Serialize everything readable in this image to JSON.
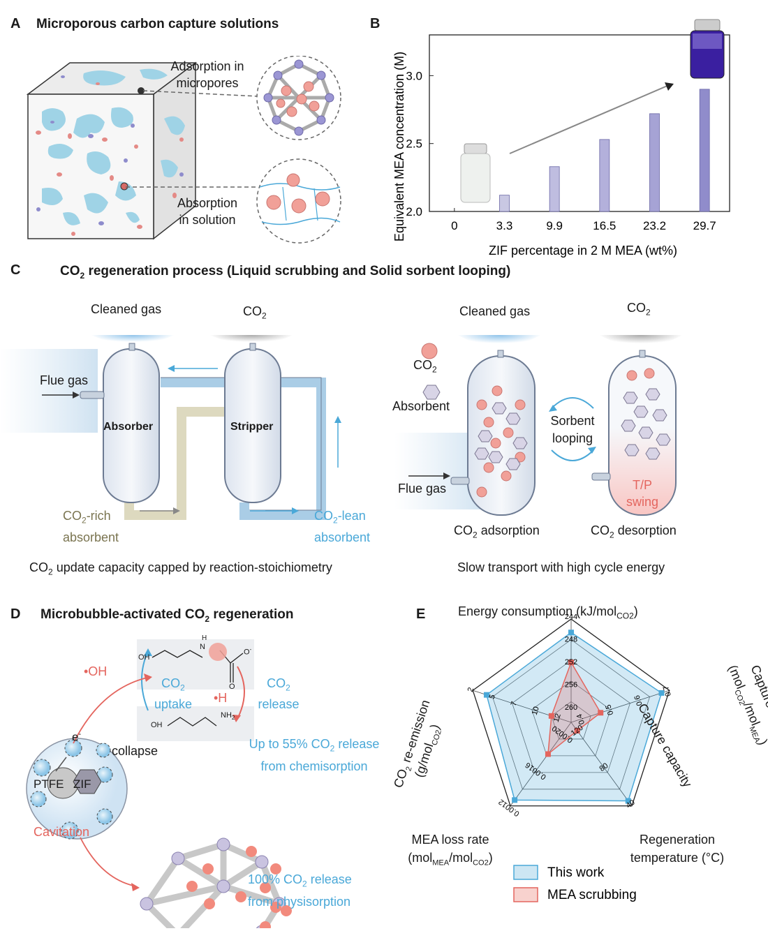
{
  "panel_a": {
    "letter": "A",
    "title": "Microporous carbon capture solutions",
    "label_adsorption": [
      "Adsorption in",
      "micropores"
    ],
    "label_absorption": [
      "Absorption",
      "in solution"
    ]
  },
  "panel_b": {
    "letter": "B"
  },
  "chart_data": [
    {
      "type": "bar",
      "categories": [
        "0",
        "3.3",
        "9.9",
        "16.5",
        "23.2",
        "29.7"
      ],
      "values": [
        2.0,
        2.12,
        2.33,
        2.53,
        2.72,
        2.9
      ],
      "xlabel": "ZIF percentage in 2 M MEA (wt%)",
      "ylabel": "Equivalent MEA concentration (M)",
      "yticks": [
        "2.0",
        "2.5",
        "3.0"
      ],
      "ylim": [
        2.0,
        3.3
      ],
      "grid": false,
      "colors": [
        "#c9c8e3",
        "#bfbde0",
        "#b3b0db",
        "#a6a3d5",
        "#908ccb"
      ]
    },
    {
      "type": "radar",
      "title": "Energy consumption (kJ/molCO2)",
      "axes": [
        {
          "name": "Energy consumption",
          "ticks": [
            "260",
            "256",
            "252",
            "248",
            "244"
          ]
        },
        {
          "name": "Capture capacity",
          "ticks": [
            "0.4",
            "0.5",
            "0.6",
            "0.7"
          ]
        },
        {
          "name": "Regeneration temperature",
          "ticks": [
            "120",
            "80",
            "40"
          ]
        },
        {
          "name": "MEA loss rate",
          "ticks": [
            "0.0020",
            "0.0016",
            "0.0012"
          ]
        },
        {
          "name": "CO2 re-emission",
          "ticks": [
            "12",
            "10",
            "7",
            "5",
            "2"
          ]
        }
      ],
      "series": [
        {
          "name": "This work",
          "values": [
            0.87,
            0.92,
            0.94,
            0.93,
            0.86
          ],
          "color": "#4aa8d8"
        },
        {
          "name": "MEA scrubbing",
          "values": [
            0.58,
            0.3,
            0.1,
            0.38,
            0.2
          ],
          "color": "#e4655e"
        }
      ]
    }
  ],
  "panel_c": {
    "letter": "C",
    "title_prefix": "CO",
    "title_sub": "2",
    "title_suffix": " regeneration process (Liquid scrubbing and Solid sorbent looping)",
    "cleaned_gas": "Cleaned gas",
    "co2": "CO",
    "co2_sub": "2",
    "flue_gas": "Flue gas",
    "absorber": "Absorber",
    "stripper": "Stripper",
    "co2_rich_a": "CO",
    "co2_rich_b": "-rich",
    "absorbent": "absorbent",
    "co2_lean_a": "CO",
    "co2_lean_b": "-lean",
    "absorbent_legend": "Absorbent",
    "sorbent_looping": [
      "Sorbent",
      "looping"
    ],
    "tp_swing": [
      "T/P",
      "swing"
    ],
    "adsorption_suffix": " adsorption",
    "desorption_suffix": " desorption",
    "caption_left_suffix": " update capacity capped by reaction-stoichiometry",
    "caption_right": "Slow transport with high cycle energy"
  },
  "panel_d": {
    "letter": "D",
    "title_prefix": "Microbubble-activated CO",
    "title_sub": "2",
    "title_suffix": " regeneration",
    "oh_radical": "•OH",
    "h_radical": "•H",
    "uptake": [
      "CO",
      "uptake"
    ],
    "release": [
      "CO",
      "release"
    ],
    "electron": "e",
    "ptfe": "PTFE",
    "zif": "ZIF",
    "collapse": "collapse",
    "cavitation": "Cavitation",
    "chem_release": [
      "Up to 55% CO",
      " release",
      "from chemisorption"
    ],
    "phys_release": [
      "100% CO",
      " release",
      "from physisorption"
    ],
    "mol_oh": "OH",
    "mol_nh": "N",
    "mol_h": "H",
    "mol_o": "O",
    "mol_ominus": "O",
    "mol_nh2": "NH"
  },
  "panel_e": {
    "letter": "E",
    "axis_energy": "Energy consumption (kJ/mol",
    "axis_energy_sub": "CO2",
    "axis_capture_1": "Capture capacity",
    "axis_capture_2": "(mol",
    "axis_capture_sub1": "CO2",
    "axis_capture_mid": "/mol",
    "axis_capture_sub2": "MEA",
    "axis_regen_1": "Regeneration",
    "axis_regen_2": "temperature (°C)",
    "axis_loss_1": "MEA loss rate",
    "axis_loss_2a": "(mol",
    "axis_loss_sub1": "MEA",
    "axis_loss_mid": "/mol",
    "axis_loss_sub2": "CO2",
    "axis_reemit_1a": "CO",
    "axis_reemit_1b": " re-emission",
    "axis_reemit_2a": "(g/mol",
    "axis_reemit_sub": "CO2",
    "legend_this_work": "This work",
    "legend_mea": "MEA scrubbing"
  }
}
